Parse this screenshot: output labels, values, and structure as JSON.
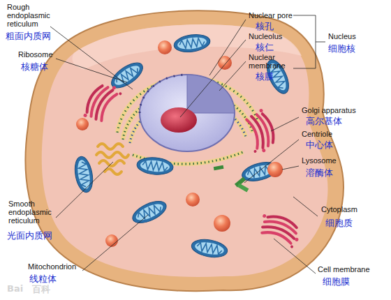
{
  "diagram": {
    "labels": [
      "Rough endoplasmic reticulum",
      "粗面内质网",
      "Ribosome",
      "核糖体",
      "Nuclear pore",
      "核孔",
      "Nucleolus",
      "核仁",
      "Nuclear membrane",
      "核膜",
      "Nucleus",
      "细胞核",
      "Golgi apparatus",
      "高尔基体",
      "Centriole",
      "中心体",
      "Lysosome",
      "溶酶体",
      "Smooth endoplasmic reticulum",
      "光面内质网",
      "Mitochondrion",
      "线粒体",
      "Cytoplasm",
      "细胞质",
      "Cell membrane",
      "细胞膜",
      "Bai",
      "百科"
    ]
  }
}
